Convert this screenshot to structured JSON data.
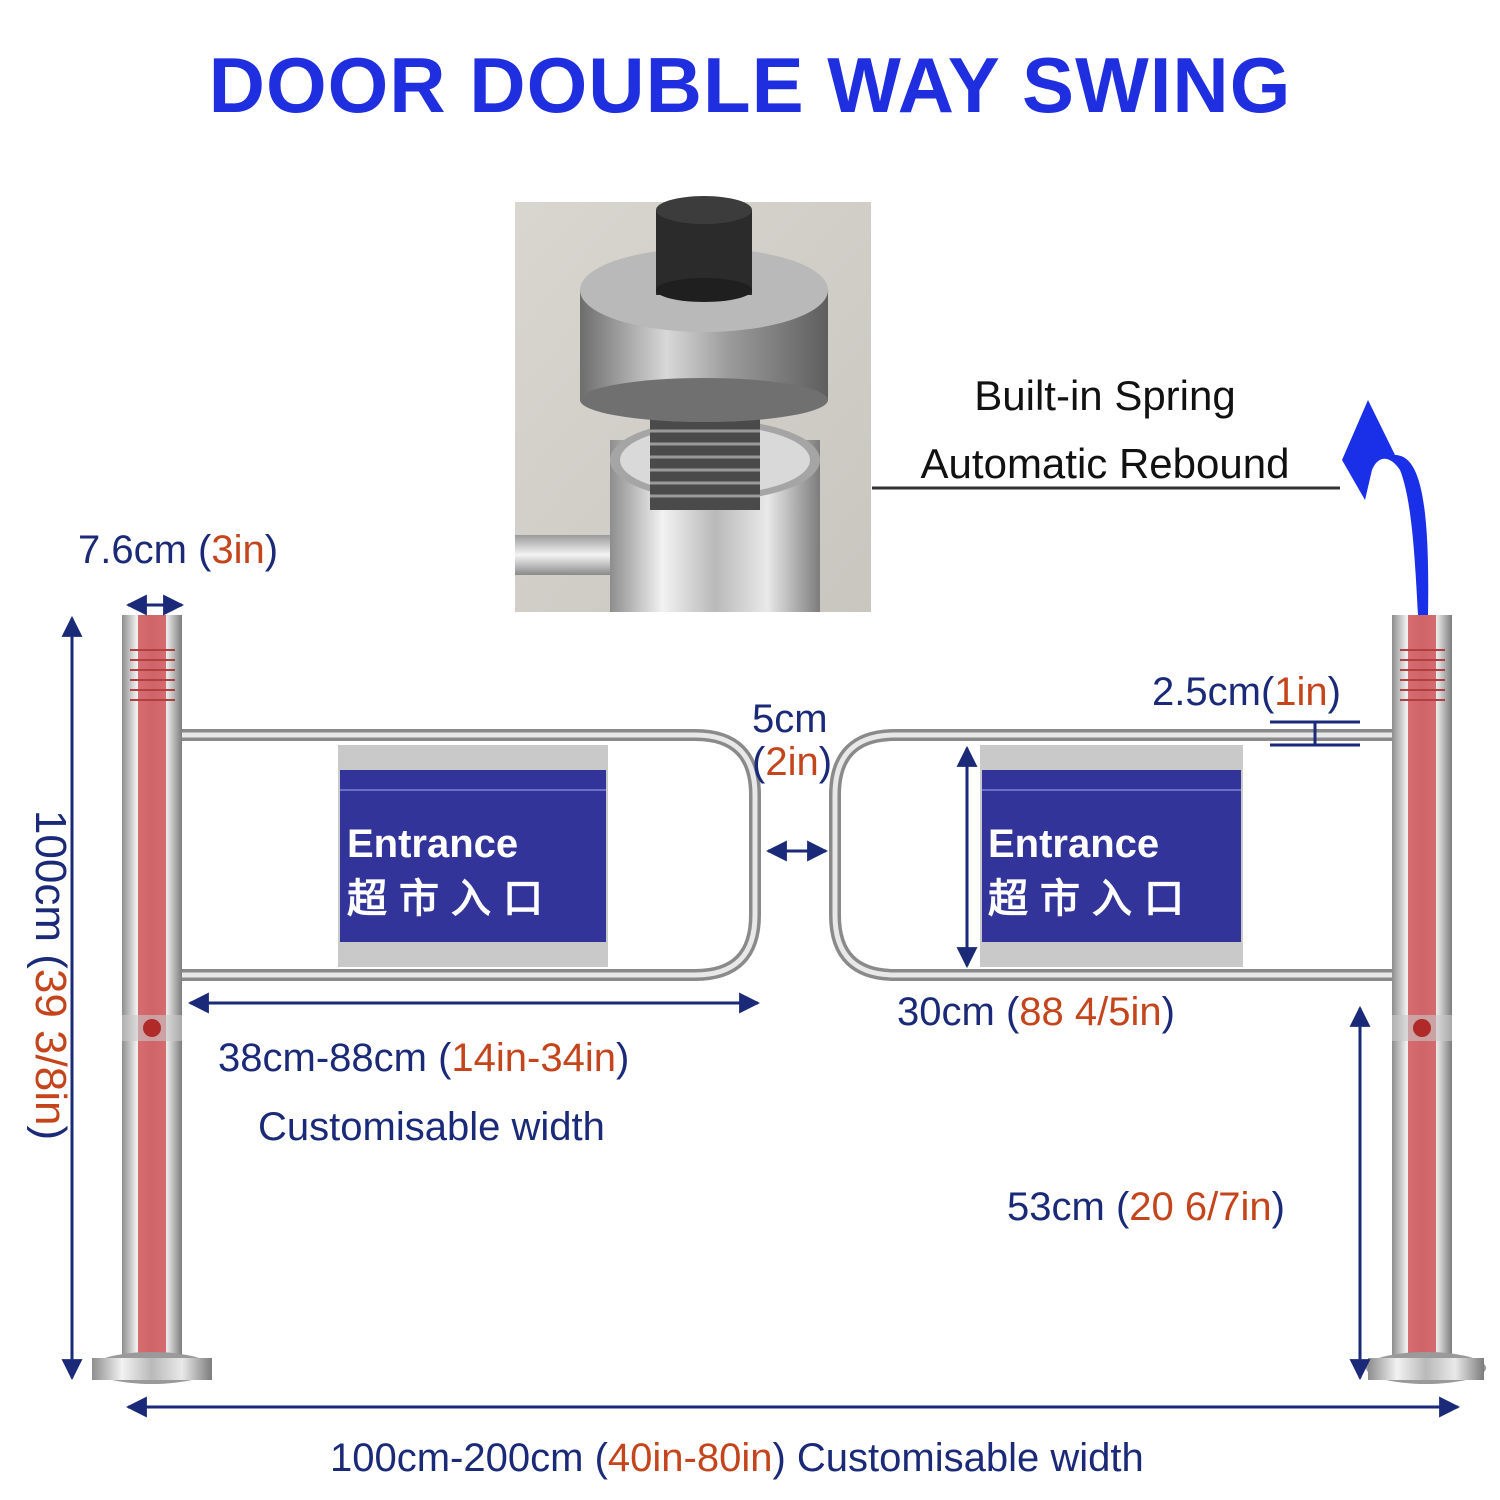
{
  "title": "DOOR DOUBLE WAY SWING",
  "callout": {
    "line1": "Built-in Spring",
    "line2": "Automatic Rebound"
  },
  "dims": {
    "post_width": {
      "main": "7.6cm ",
      "paren_open": "(",
      "imperial": "3in",
      "paren_close": ")"
    },
    "height": {
      "main": "100cm ",
      "paren_open": "(",
      "imperial": "39 3/8in",
      "paren_close": ")"
    },
    "gap": {
      "main": "5cm",
      "paren_open": "(",
      "imperial": "2in",
      "paren_close": ")"
    },
    "tube": {
      "main": "2.5cm",
      "paren_open": "(",
      "imperial": "1in",
      "paren_close": ")"
    },
    "arm_width": {
      "main": "38cm-88cm ",
      "paren_open": "(",
      "imperial": "14in-34in",
      "paren_close": ")",
      "note": "Customisable width"
    },
    "arm_height": {
      "main": "30cm ",
      "paren_open": "(",
      "imperial": "88 4/5in",
      "paren_close": ")"
    },
    "ground_clearance": {
      "main": "53cm ",
      "paren_open": "(",
      "imperial": "20 6/7in",
      "paren_close": ")"
    },
    "total_width": {
      "main": "100cm-200cm ",
      "paren_open": "(",
      "imperial": "40in-80in",
      "paren_close": ")",
      "note": " Customisable width"
    }
  },
  "signs": [
    {
      "line1": "Entrance",
      "line2": "超市入口"
    },
    {
      "line1": "Entrance",
      "line2": "超市入口"
    }
  ],
  "colors": {
    "title": "#1f2fe0",
    "dimension_text": "#1b2a78",
    "imperial_text": "#c4451c",
    "sign_blue": "#33349a",
    "arrow_blue": "#1a2fe8",
    "post_red": "#d2555a"
  }
}
